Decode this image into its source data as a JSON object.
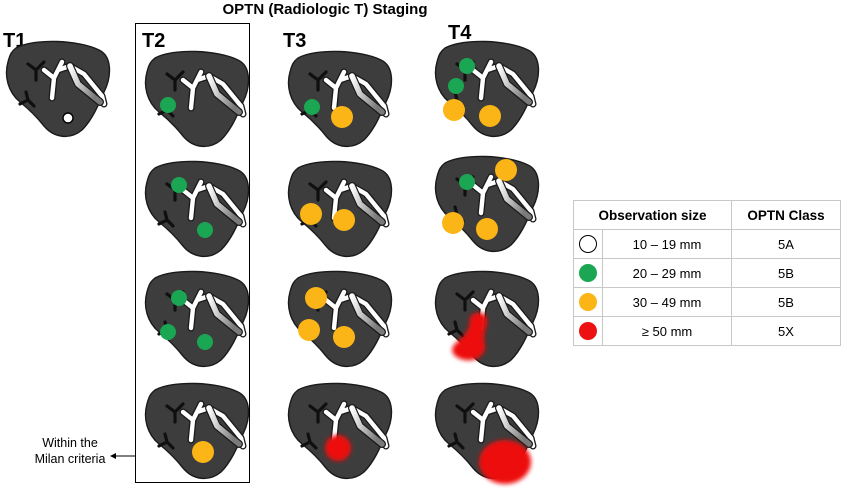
{
  "title": "OPTN (Radiologic T) Staging",
  "columns": [
    "T1",
    "T2",
    "T3",
    "T4"
  ],
  "annotation": {
    "text_line1": "Within the",
    "text_line2": "Milan criteria"
  },
  "legend": {
    "headers": [
      "Observation size",
      "OPTN Class"
    ],
    "rows": [
      {
        "size": "10 – 19 mm",
        "class": "5A",
        "color": "#ffffff"
      },
      {
        "size": "20 – 29 mm",
        "class": "5B",
        "color": "#1aa652"
      },
      {
        "size": "30 – 49 mm",
        "class": "5B",
        "color": "#fbb516"
      },
      {
        "size": "≥ 50 mm",
        "class": "5X",
        "color": "#ee1111"
      }
    ]
  },
  "colors": {
    "liver": "#3d3d3d",
    "green": "#1aa652",
    "yellow": "#fbb516",
    "red": "#ee1111",
    "white": "#ffffff"
  }
}
